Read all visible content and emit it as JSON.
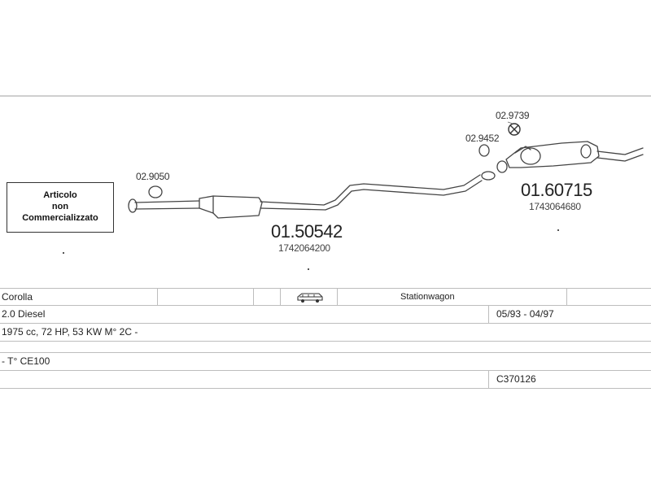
{
  "not_sold_box": {
    "line1": "Articolo",
    "line2": "non",
    "line3": "Commercializzato"
  },
  "parts": {
    "gasket_front": "02.9050",
    "middle_section_number": "01.50542",
    "middle_section_oem": "1742064200",
    "gasket_rear": "02.9452",
    "rubber_mount": "02.9739",
    "rear_silencer_number": "01.60715",
    "rear_silencer_oem": "1743064680"
  },
  "vehicle": {
    "model": "Corolla",
    "body_type": "Stationwagon",
    "engine": "2.0 Diesel",
    "production": "05/93 - 04/97",
    "specs": "1975 cc, 72 HP, 53 KW M° 2C -",
    "engine_code": "- T° CE100",
    "catalog_code": "C370126"
  },
  "icons": {
    "vehicle_body": "station-wagon-icon"
  }
}
